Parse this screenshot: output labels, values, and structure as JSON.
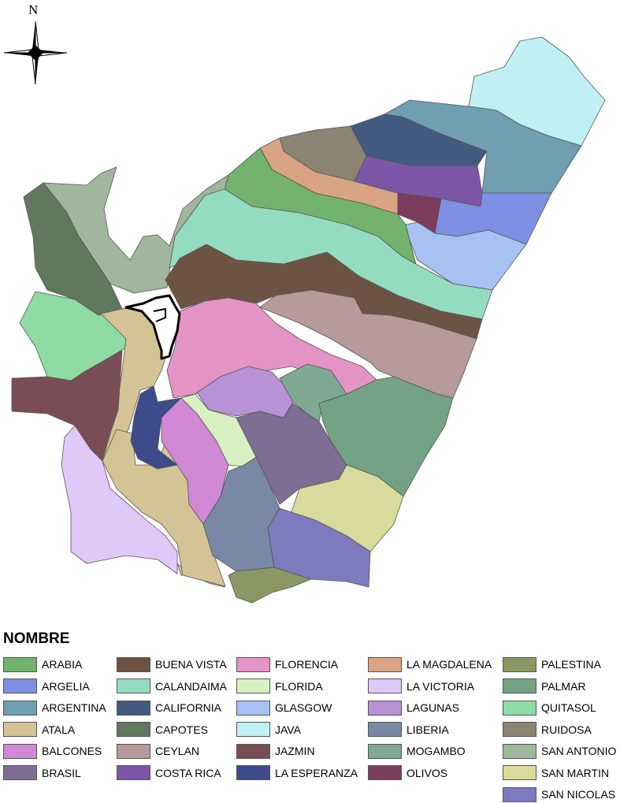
{
  "compass": {
    "label": "N"
  },
  "legend": {
    "title": "NOMBRE",
    "items": [
      {
        "name": "ARABIA",
        "color": "#72b26d"
      },
      {
        "name": "ARGELIA",
        "color": "#7f8fe4"
      },
      {
        "name": "ARGENTINA",
        "color": "#6f9fb0"
      },
      {
        "name": "ATALA",
        "color": "#d4c394"
      },
      {
        "name": "BALCONES",
        "color": "#d188d5"
      },
      {
        "name": "BRASIL",
        "color": "#7f6e93"
      },
      {
        "name": "BUENA VISTA",
        "color": "#6d5343"
      },
      {
        "name": "CALANDAIMA",
        "color": "#94dcbf"
      },
      {
        "name": "CALIFORNIA",
        "color": "#435a80"
      },
      {
        "name": "CAPOTES",
        "color": "#60785c"
      },
      {
        "name": "CEYLAN",
        "color": "#b79a9a"
      },
      {
        "name": "COSTA RICA",
        "color": "#7c56a6"
      },
      {
        "name": "FLORENCIA",
        "color": "#e393c4"
      },
      {
        "name": "FLORIDA",
        "color": "#d8f1c2"
      },
      {
        "name": "GLASGOW",
        "color": "#a6c2f3"
      },
      {
        "name": "JAVA",
        "color": "#c0f0f4"
      },
      {
        "name": "JAZMIN",
        "color": "#7a4d56"
      },
      {
        "name": "LA ESPERANZA",
        "color": "#3d4b8a"
      },
      {
        "name": "LA MAGDALENA",
        "color": "#d9a385"
      },
      {
        "name": "LA VICTORIA",
        "color": "#e0c8f8"
      },
      {
        "name": "LAGUNAS",
        "color": "#b792d6"
      },
      {
        "name": "LIBERIA",
        "color": "#7988a4"
      },
      {
        "name": "MOGAMBO",
        "color": "#7fa995"
      },
      {
        "name": "OLIVOS",
        "color": "#7b3c5e"
      },
      {
        "name": "PALESTINA",
        "color": "#8b9865"
      },
      {
        "name": "PALMAR",
        "color": "#73a384"
      },
      {
        "name": "QUITASOL",
        "color": "#8edba3"
      },
      {
        "name": "RUIDOSA",
        "color": "#8c8473"
      },
      {
        "name": "SAN ANTONIO",
        "color": "#a1b79d"
      },
      {
        "name": "SAN MARTIN",
        "color": "#d9db9c"
      },
      {
        "name": "SAN NICOLAS",
        "color": "#7d7bbd"
      }
    ]
  },
  "map": {
    "highlight_fill": "#ffffff",
    "highlight_stroke": "#000000",
    "border_color": "#555555"
  }
}
